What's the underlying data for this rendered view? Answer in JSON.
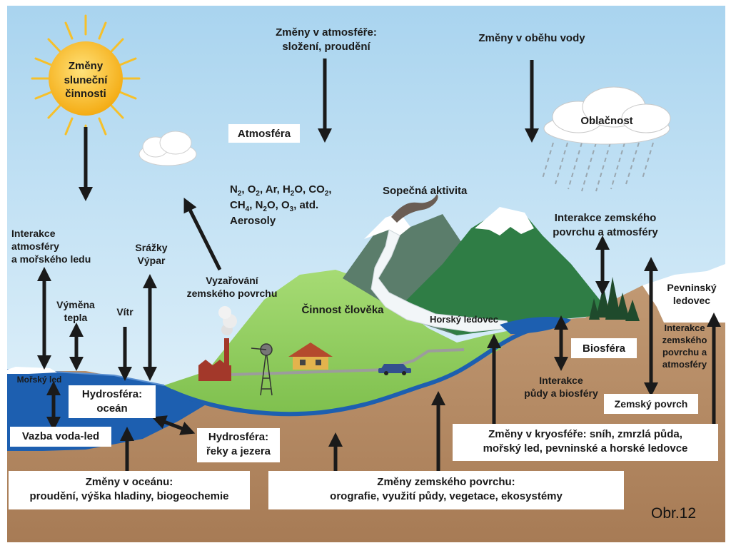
{
  "figure": {
    "sun": "Změny\nsluneční\nčinnosti",
    "atmosphere_changes": "Změny v atmosféře:\nsložení, proudění",
    "water_cycle_changes": "Změny v oběhu vody",
    "atmosphere": "Atmosféra",
    "cloudiness": "Oblačnost",
    "volcanic_activity": "Sopečná aktivita",
    "aerosols": "Aerosoly",
    "gas_line_1": [
      {
        "t": "N"
      },
      {
        "t": "2",
        "sub": true
      },
      {
        "t": ", O"
      },
      {
        "t": "2",
        "sub": true
      },
      {
        "t": ", Ar, H"
      },
      {
        "t": "2",
        "sub": true
      },
      {
        "t": "O, CO"
      },
      {
        "t": "2",
        "sub": true
      },
      {
        "t": ","
      }
    ],
    "gas_line_2": [
      {
        "t": "CH"
      },
      {
        "t": "4",
        "sub": true
      },
      {
        "t": ", N"
      },
      {
        "t": "2",
        "sub": true
      },
      {
        "t": "O, O"
      },
      {
        "t": "3",
        "sub": true
      },
      {
        "t": ", atd."
      }
    ],
    "land_atm_interaction_top": "Interakce zemského\npovrchu a atmosféry",
    "atm_seaice_interaction": "Interakce\natmosféry\na mořského ledu",
    "precip_evap": "Srážky\nVýpar",
    "heat_exchange": "Výměna\ntepla",
    "wind": "Vítr",
    "surface_radiation": "Vyzařování\nzemského povrchu",
    "human_activity": "Činnost člověka",
    "mountain_glacier": "Horský ledovec",
    "ice_sheet": "Pevninský\nledovec",
    "land_atm_interaction_right": "Interakce\nzemského\npovrchu a\natmosféry",
    "biosphere": "Biosféra",
    "sea_ice": "Mořský led",
    "hydro_ocean": "Hydrosféra:\noceán",
    "soil_bio": "Interakce\npůdy a biosféry",
    "land_surface": "Zemský povrch",
    "water_ice": "Vazba voda-led",
    "hydro_rivers": "Hydrosféra:\nřeky a jezera",
    "cryo_changes": "Změny v kryosféře: sníh, zmrzlá půda,\nmořský led, pevninské a horské ledovce",
    "ocean_changes": "Změny v oceánu:\nproudění, výška hladiny, biogeochemie",
    "surface_changes": "Změny zemského povrchu:\norografie, využití půdy, vegetace, ekosystémy"
  },
  "caption": "Obr.12",
  "colors": {
    "sky_top": "#a9d4ef",
    "sky_bottom": "#e6f3fb",
    "ground": "#b58c68",
    "ocean": "#1d5fb0",
    "grass": "#8ccf5c",
    "mountain_green": "#2f7d45",
    "sun": "#f6b81c"
  }
}
